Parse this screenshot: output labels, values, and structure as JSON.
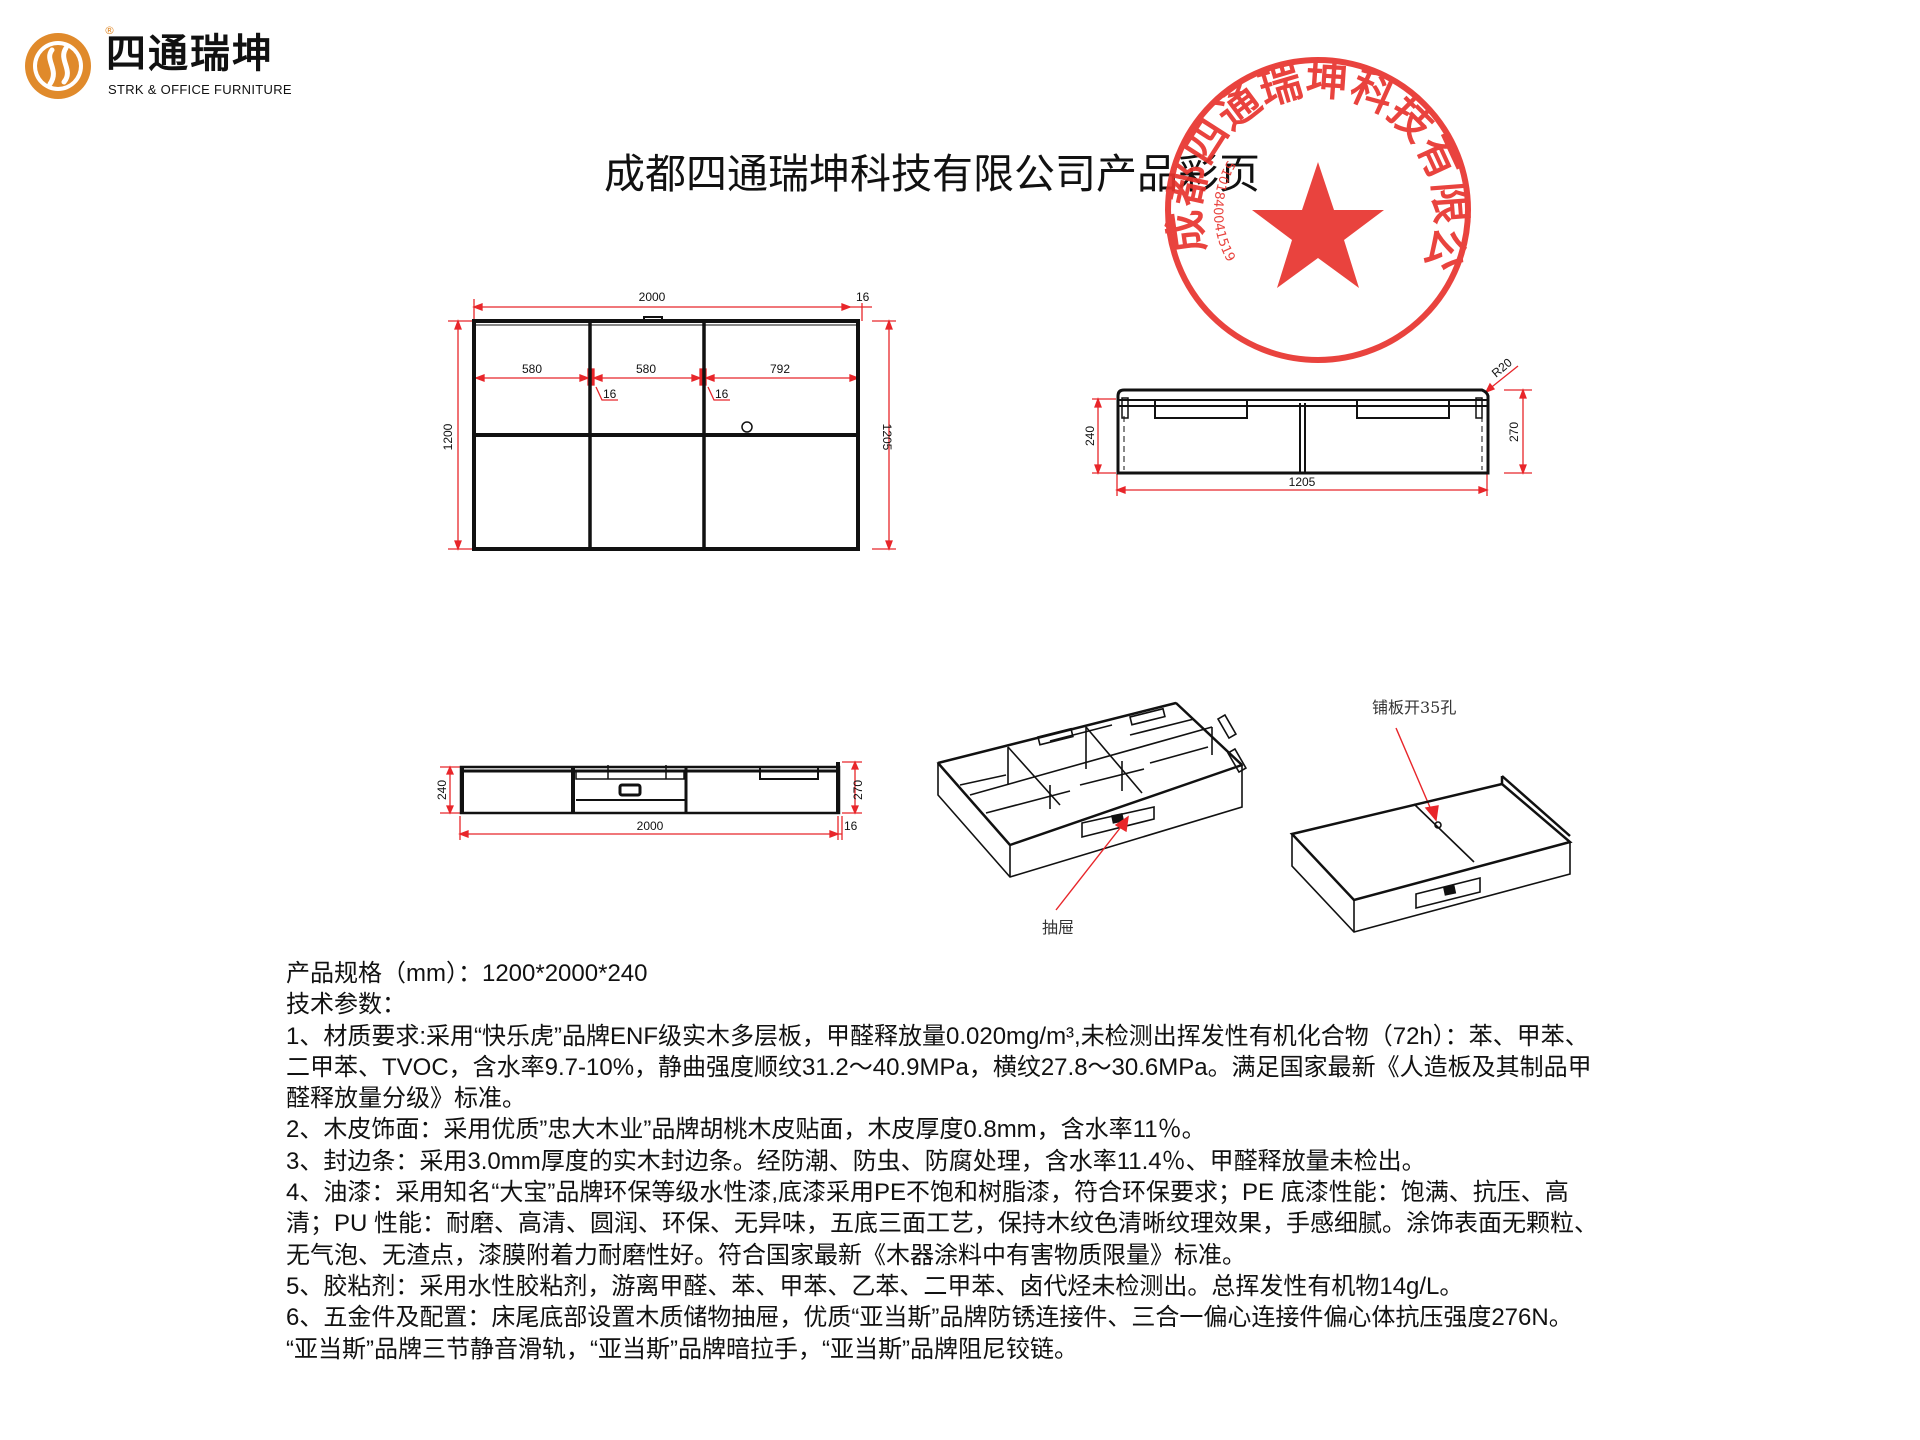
{
  "logo": {
    "brand_cn": "四通瑞坤",
    "brand_en": "STRK & OFFICE FURNITURE",
    "registered_mark": "®",
    "brand_color": "#E08A2B"
  },
  "title": "成都四通瑞坤科技有限公司产品彩页",
  "stamp": {
    "text": "成都四通瑞坤科技有限公司",
    "number": "5101840041519",
    "color": "#E8342E"
  },
  "drawings": {
    "top_view": {
      "overall_width": "2000",
      "side_panel": "16",
      "section_widths": [
        "580",
        "580",
        "792"
      ],
      "divider_labels": [
        "16",
        "16"
      ],
      "left_height": "1200",
      "right_height": "1205"
    },
    "side_view": {
      "radius": "R20",
      "left_height": "240",
      "right_height": "270",
      "width": "1205"
    },
    "front_view": {
      "left_height": "240",
      "right_height": "270",
      "width": "2000",
      "side_panel": "16"
    },
    "iso_open": {
      "callout": "抽屉"
    },
    "iso_closed": {
      "callout": "铺板开35孔"
    },
    "line_color": "#111111",
    "dimension_color": "#E8262A"
  },
  "specs": {
    "size_line": "产品规格（mm）：1200*2000*240",
    "params_heading": "技术参数：",
    "lines": [
      "1、材质要求:采用“快乐虎”品牌ENF级实木多层板，甲醛释放量0.020mg/m³,未检测出挥发性有机化合物（72h）：苯、甲苯、",
      "二甲苯、TVOC，含水率9.7-10%，静曲强度顺纹31.2～40.9MPa，横纹27.8～30.6MPa。满足国家最新《人造板及其制品甲",
      "醛释放量分级》标准。",
      "2、木皮饰面：采用优质”忠大木业”品牌胡桃木皮贴面，木皮厚度0.8mm，含水率11％。",
      "3、封边条：采用3.0mm厚度的实木封边条。经防潮、防虫、防腐处理，含水率11.4％、甲醛释放量未检出。",
      "4、油漆：采用知名“大宝”品牌环保等级水性漆,底漆采用PE不饱和树脂漆，符合环保要求；PE 底漆性能：饱满、抗压、高",
      "清；PU 性能：耐磨、高清、圆润、环保、无异味，五底三面工艺，保持木纹色清晰纹理效果，手感细腻。涂饰表面无颗粒、",
      "无气泡、无渣点，漆膜附着力耐磨性好。符合国家最新《木器涂料中有害物质限量》标准。",
      "5、胶粘剂：采用水性胶粘剂，游离甲醛、苯、甲苯、乙苯、二甲苯、卤代烃未检测出。总挥发性有机物14g/L。",
      "6、五金件及配置：床尾底部设置木质储物抽屉，优质“亚当斯”品牌防锈连接件、三合一偏心连接件偏心体抗压强度276N。",
      " “亚当斯”品牌三节静音滑轨，“亚当斯”品牌暗拉手，“亚当斯”品牌阻尼铰链。"
    ]
  }
}
